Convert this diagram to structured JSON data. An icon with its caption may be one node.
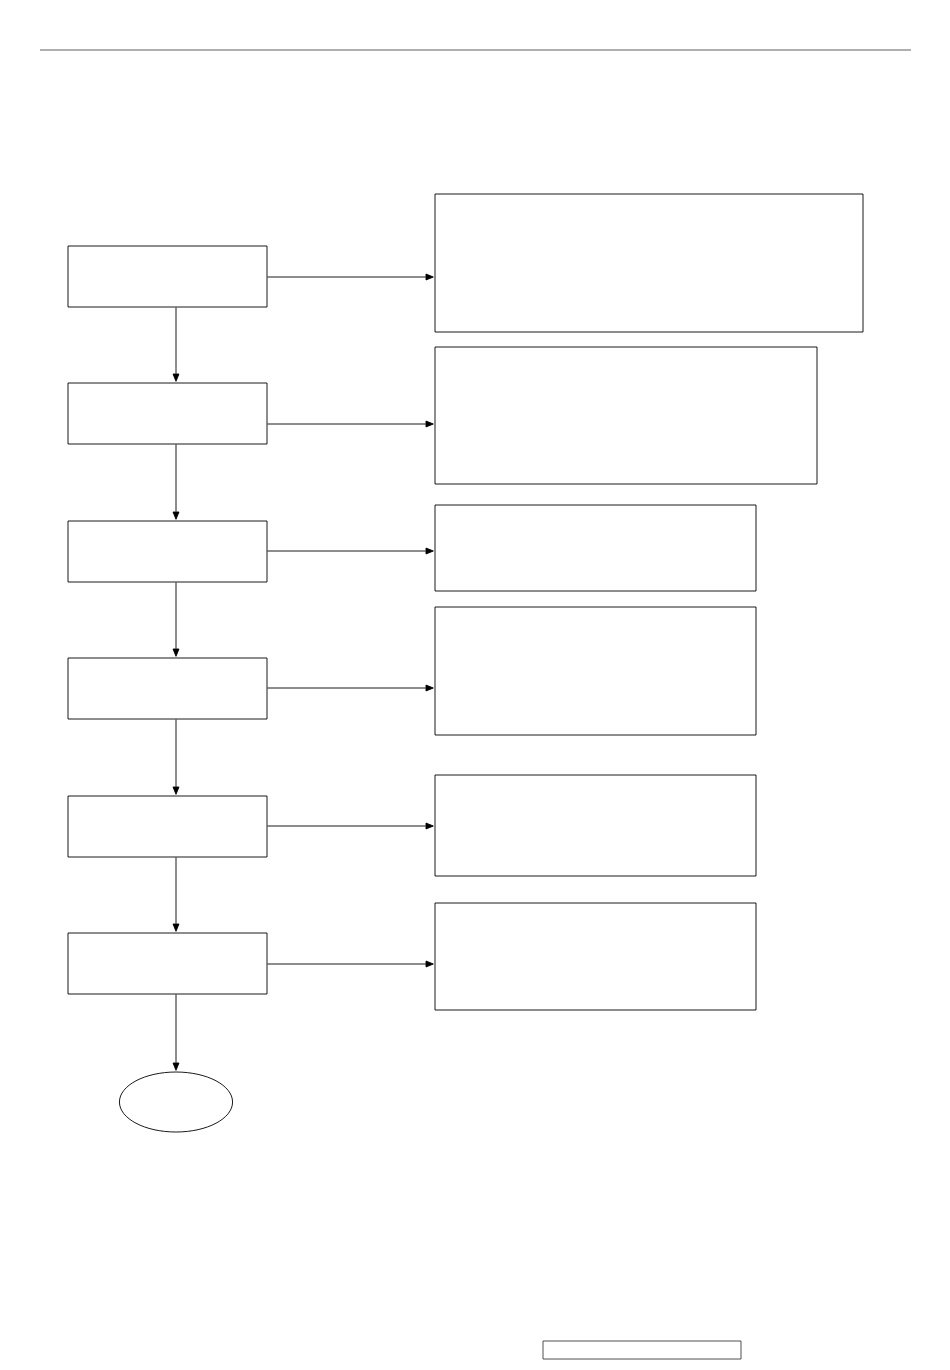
{
  "diagram": {
    "nodes": [
      {
        "text": [],
        "shape": "box"
      },
      {
        "text": [],
        "shape": "box"
      },
      {
        "text": [],
        "shape": "box"
      },
      {
        "text": [],
        "shape": "box"
      },
      {
        "text": [],
        "shape": "box"
      },
      {
        "text": [],
        "shape": "box"
      },
      {
        "text": [],
        "shape": "ellipse"
      },
      {
        "text": [],
        "shape": "box"
      },
      {
        "text": [],
        "shape": "box"
      },
      {
        "text": [],
        "shape": "box"
      },
      {
        "text": [],
        "shape": "box"
      },
      {
        "text": [],
        "shape": "box"
      },
      {
        "text": [],
        "shape": "box"
      }
    ],
    "edges": [
      {
        "from": 0,
        "to": 1,
        "arrow": "to"
      },
      {
        "from": 1,
        "to": 2,
        "arrow": "to"
      },
      {
        "from": 2,
        "to": 3,
        "arrow": "to"
      },
      {
        "from": 3,
        "to": 4,
        "arrow": "to"
      },
      {
        "from": 4,
        "to": 5,
        "arrow": "to"
      },
      {
        "from": 5,
        "to": 6,
        "arrow": "to"
      },
      {
        "from": 0,
        "to": 7,
        "arrow": "to"
      },
      {
        "from": 1,
        "to": 8,
        "arrow": "to"
      },
      {
        "from": 2,
        "to": 9,
        "arrow": "to"
      },
      {
        "from": 3,
        "to": 10,
        "arrow": "to"
      },
      {
        "from": 4,
        "to": 11,
        "arrow": "to"
      },
      {
        "from": 5,
        "to": 12,
        "arrow": "to"
      }
    ]
  }
}
